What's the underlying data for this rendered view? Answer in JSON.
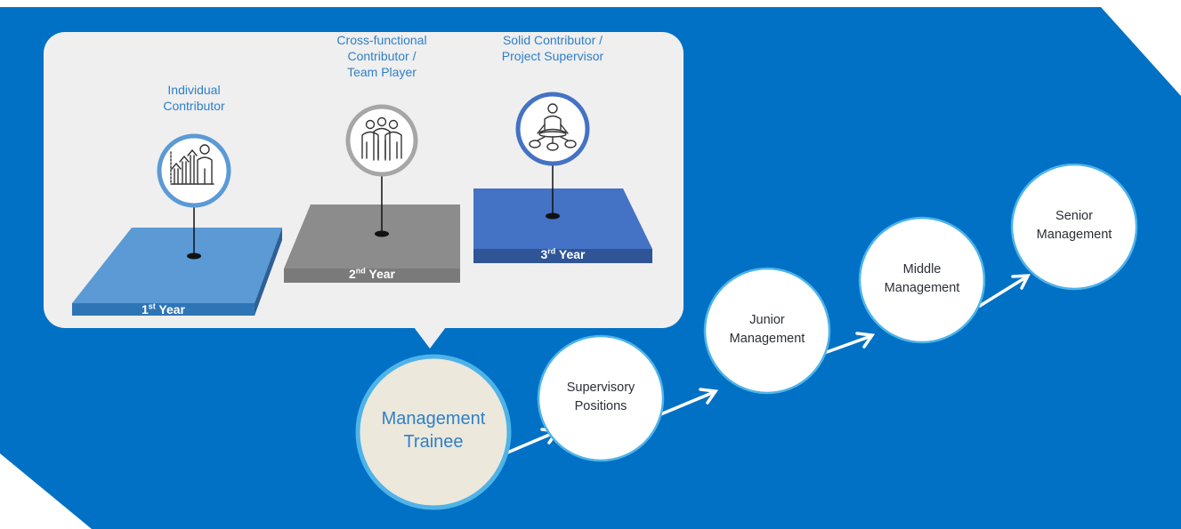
{
  "colors": {
    "background_panel": "#0071c5",
    "callout_box": "#efefef",
    "year1_platform": "#5b9ad5",
    "year2_platform": "#8c8c8c",
    "year3_platform": "#4472c4",
    "circle_border": "#4fb3e8",
    "trainee_fill": "#ece8dc",
    "arrow": "#ffffff"
  },
  "years": [
    {
      "title": "Individual Contributor",
      "title_lines": [
        "Individual",
        "Contributor"
      ],
      "ordinal": "1",
      "suffix": "st",
      "word": "Year",
      "icon": "growth-chart-person-icon"
    },
    {
      "title": "Cross-functional Contributor / Team Player",
      "title_lines": [
        "Cross-functional",
        "Contributor /",
        "Team Player"
      ],
      "ordinal": "2",
      "suffix": "nd",
      "word": "Year",
      "icon": "team-group-icon"
    },
    {
      "title": "Solid Contributor / Project Supervisor",
      "title_lines": [
        "Solid Contributor /",
        "Project Supervisor"
      ],
      "ordinal": "3",
      "suffix": "rd",
      "word": "Year",
      "icon": "supervisor-network-icon"
    }
  ],
  "career_path": [
    {
      "label_lines": [
        "Management",
        "Trainee"
      ]
    },
    {
      "label_lines": [
        "Supervisory",
        "Positions"
      ]
    },
    {
      "label_lines": [
        "Junior",
        "Management"
      ]
    },
    {
      "label_lines": [
        "Middle",
        "Management"
      ]
    },
    {
      "label_lines": [
        "Senior",
        "Management"
      ]
    }
  ]
}
